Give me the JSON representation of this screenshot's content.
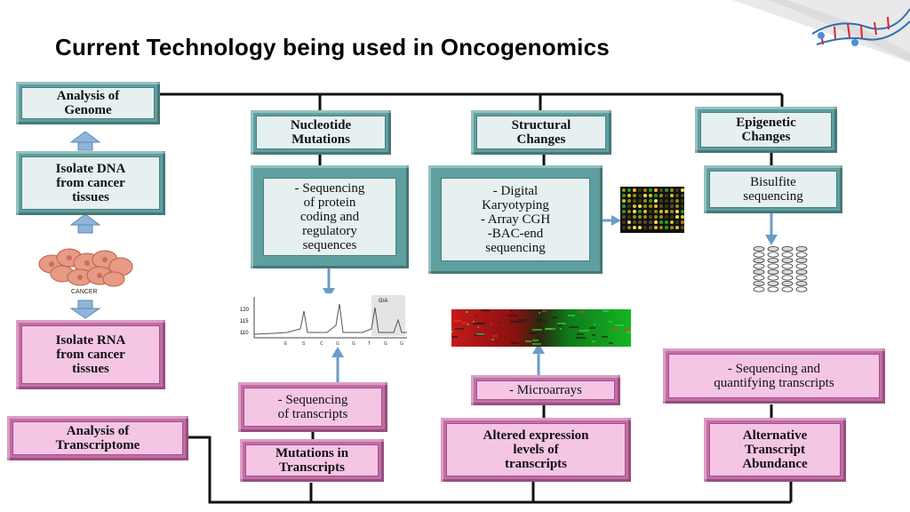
{
  "title": "Current Technology being used in Oncogenomics",
  "boxes": {
    "analysis_genome": "Analysis of\nGenome",
    "isolate_dna": "Isolate DNA\nfrom cancer\ntissues",
    "cancer_label": "CANCER",
    "isolate_rna": "Isolate RNA\nfrom cancer\ntissues",
    "analysis_transcriptome": "Analysis of\nTranscriptome",
    "nucleotide_mutations": "Nucleotide\nMutations",
    "seq_protein": "- Sequencing\nof protein\ncoding and\nregulatory\nsequences",
    "seq_transcripts": "- Sequencing\nof transcripts",
    "mutations_transcripts": "Mutations in\nTranscripts",
    "structural_changes": "Structural\nChanges",
    "digital_karyotyping": "- Digital\nKaryotyping\n- Array CGH\n-BAC-end\nsequencing",
    "microarrays": "- Microarrays",
    "altered_expression": "Altered expression\nlevels of\ntranscripts",
    "epigenetic_changes": "Epigenetic\nChanges",
    "bisulfite": "Bisulfite\nsequencing",
    "seq_quantifying": "- Sequencing and\nquantifying transcripts",
    "alt_transcript": "Alternative\nTranscript\nAbundance"
  },
  "chromatogram": {
    "y_ticks": [
      "120",
      "115",
      "110"
    ],
    "bases": [
      "E",
      "S",
      "C",
      "G",
      "G",
      "T",
      "G",
      "G"
    ],
    "corner_label": "G/A"
  },
  "colors": {
    "teal_frame": "#5f9f9f",
    "teal_face": "#e6f0f0",
    "pink_frame": "#c56ba6",
    "pink_face": "#f4c6e4",
    "arrow": "#8fb6d8"
  }
}
